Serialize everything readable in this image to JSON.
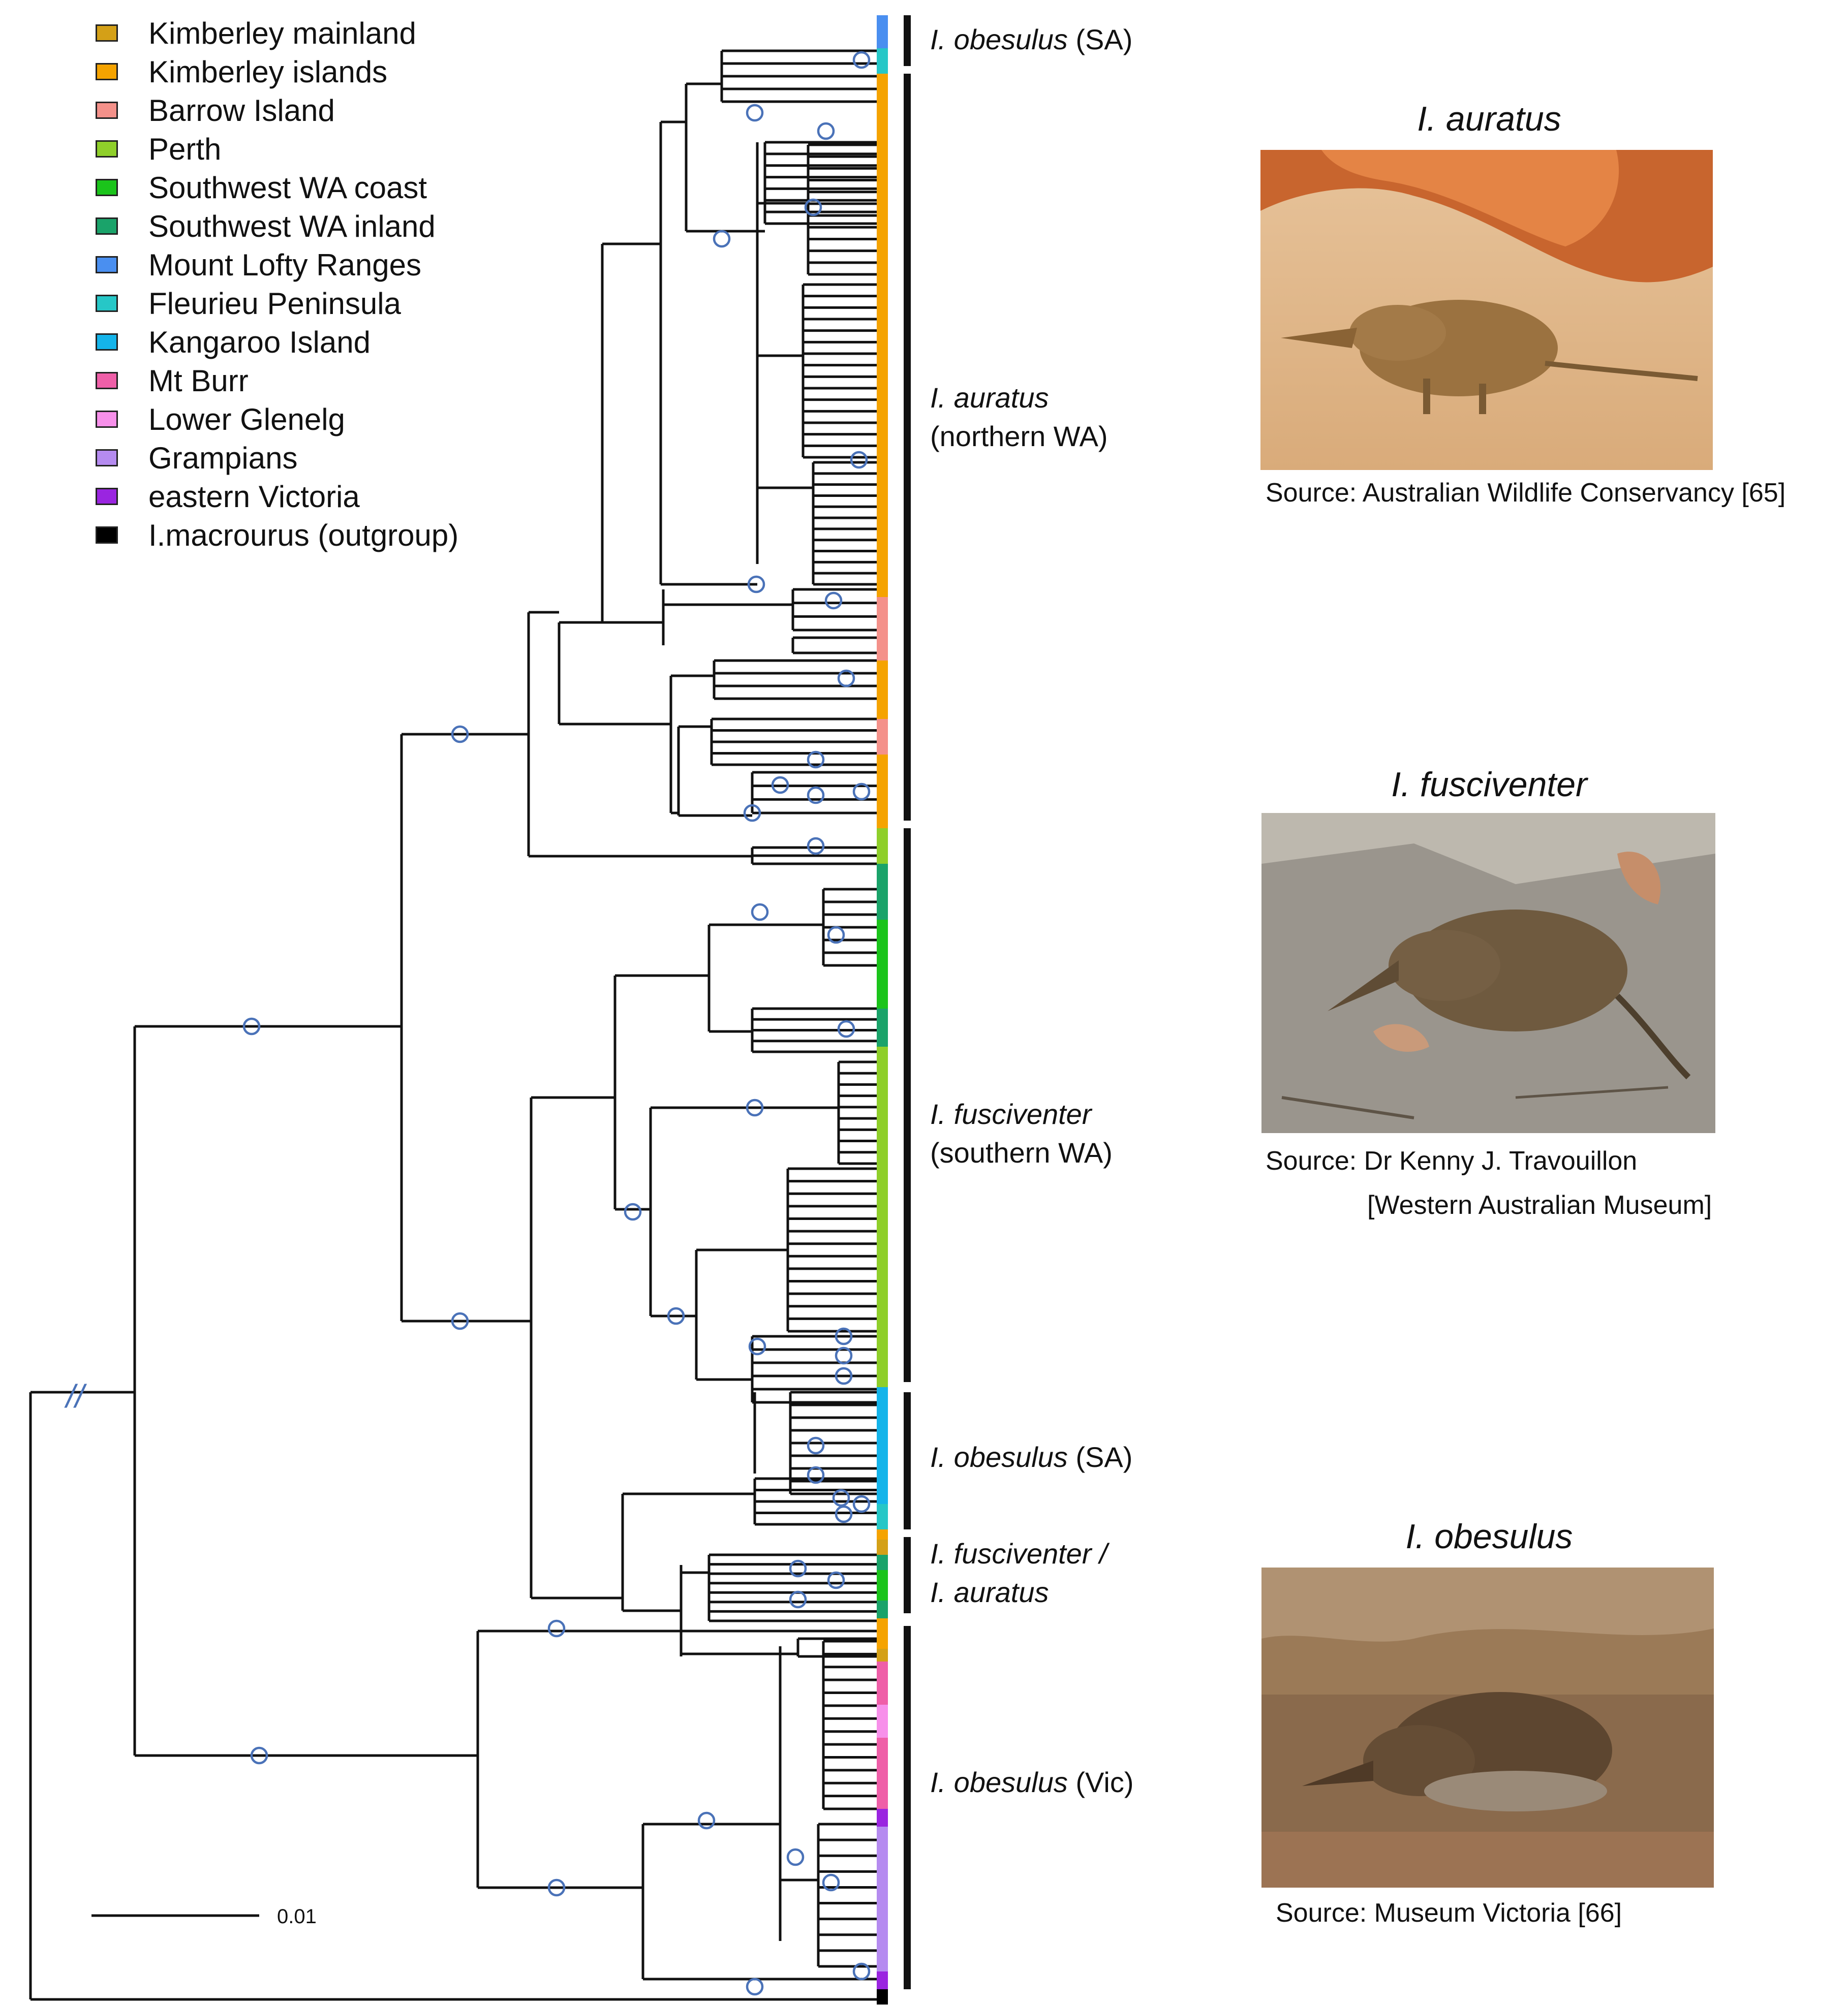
{
  "legend": {
    "items": [
      {
        "label": "Kimberley mainland",
        "color": "#d4a017"
      },
      {
        "label": "Kimberley islands",
        "color": "#f5a300"
      },
      {
        "label": "Barrow Island",
        "color": "#f4918a"
      },
      {
        "label": "Perth",
        "color": "#8fcf2a"
      },
      {
        "label": "Southwest WA coast",
        "color": "#1bc41b"
      },
      {
        "label": "Southwest WA inland",
        "color": "#1aa36a"
      },
      {
        "label": "Mount Lofty Ranges",
        "color": "#4a8ff0"
      },
      {
        "label": "Fleurieu Peninsula",
        "color": "#26c7c7"
      },
      {
        "label": "Kangaroo Island",
        "color": "#14b4ea"
      },
      {
        "label": "Mt Burr",
        "color": "#ef5fa8"
      },
      {
        "label": "Lower Glenelg",
        "color": "#f790ea"
      },
      {
        "label": "Grampians",
        "color": "#b58bf0"
      },
      {
        "label": "eastern Victoria",
        "color": "#9a25e0"
      },
      {
        "label": "I.macrourus (outgroup)",
        "color": "#000000"
      }
    ]
  },
  "clades": {
    "c1": {
      "species": "I. obesulus",
      "suffix": " (SA)"
    },
    "c2_line1": "I. auratus",
    "c2_line2": "(northern WA)",
    "c3_line1": "I. fusciventer",
    "c3_line2": "(southern WA)",
    "c4": {
      "species": "I. obesulus",
      "suffix": " (SA)"
    },
    "c5_line1": "I. fusciventer /",
    "c5_line2": "I. auratus",
    "c6": {
      "species": "I. obesulus",
      "suffix": " (Vic)"
    }
  },
  "tree": {
    "scale_label": "0.01",
    "break_mark": "//",
    "node_color": "#4a72b8"
  },
  "photos": {
    "auratus": {
      "title": "I. auratus",
      "credit": "Source: Australian Wildlife Conservancy [65]"
    },
    "fusciventer": {
      "title": "I. fusciventer",
      "credit_line1": "Source: Dr Kenny J. Travouillon",
      "credit_line2": "[Western Australian Museum]"
    },
    "obesulus": {
      "title": "I. obesulus",
      "credit": "Source: Museum Victoria [66]"
    }
  }
}
